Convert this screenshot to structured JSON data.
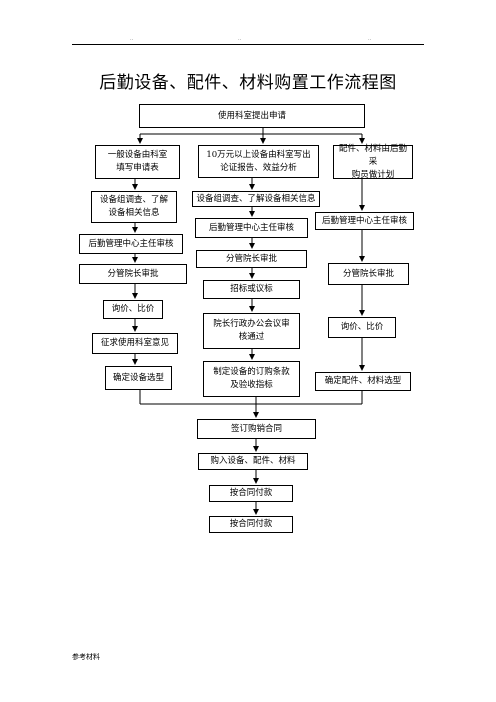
{
  "header_marks": [
    "..",
    "..",
    ".."
  ],
  "title": "后勤设备、配件、材料购置工作流程图",
  "boxes": {
    "start": "使用科室提出申请",
    "l1": "一般设备由科室\n填写申请表",
    "l2": "设备组调查、了解\n设备相关信息",
    "l3": "后勤管理中心主任审核",
    "l4": "分管院长审批",
    "l5": "询价、比价",
    "l6": "征求使用科室意见",
    "l7": "确定设备选型",
    "m1": "10万元以上设备由科室写出\n论证报告、效益分析",
    "m2": "设备组调查、了解设备相关信息",
    "m3": "后勤管理中心主任审核",
    "m4": "分管院长审批",
    "m5": "招标或议标",
    "m6": "院长行政办公会议审\n核通过",
    "m7": "制定设备的订购条款\n及验收指标",
    "r1": "配件、材料由后勤采\n购员做计划",
    "r2": "后勤管理中心主任审核",
    "r3": "分管院长审批",
    "r4": "询价、比价",
    "r5": "确定配件、材料选型",
    "b1": "签订购销合同",
    "b2": "购入设备、配件、材料",
    "b3": "按合同付款",
    "b4": "按合同付款"
  },
  "footer": "参考材料"
}
